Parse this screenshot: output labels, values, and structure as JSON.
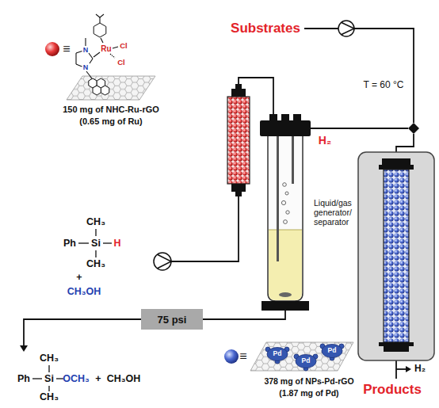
{
  "diagram": {
    "nodes": [
      {
        "text": [
          "75 psi"
        ]
      }
    ],
    "labels": [
      "Substrates",
      "T = 60 °C",
      "≡",
      "Ru",
      "Cl",
      "Cl",
      "N",
      "N",
      "150 mg of NHC-Ru-rGO",
      "(0.65 mg of Ru)",
      "H₂",
      "CH₃",
      "Ph",
      "Si",
      "H",
      "CH₃",
      "+",
      "CH₃OH",
      "Liquid/gas generator/separator",
      "CH₃",
      "Ph",
      "Si",
      "OCH₃",
      "CH₃",
      "+",
      "CH₃OH",
      "≡",
      "Pd",
      "Pd",
      "Pd",
      "378 mg of NPs-Pd-rGO",
      "(1.87 mg of Pd)",
      "H₂",
      "Products"
    ]
  }
}
